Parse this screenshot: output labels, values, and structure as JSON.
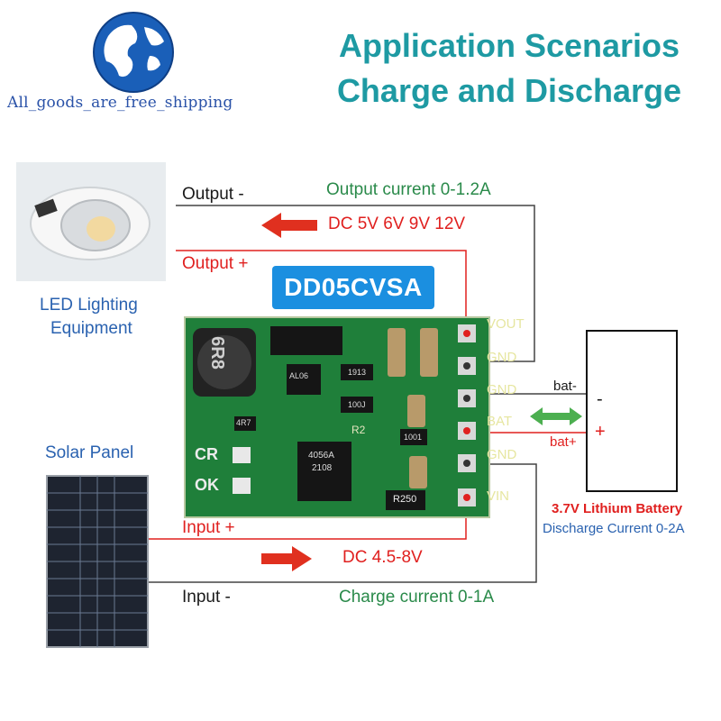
{
  "header": {
    "title_line1": "Application Scenarios",
    "title_line2": "Charge and Discharge"
  },
  "brand": {
    "text": "All_goods_are_free_shipping",
    "icon": "globe-icon"
  },
  "led": {
    "label_line1": "LED Lighting",
    "label_line2": "Equipment"
  },
  "solar": {
    "label": "Solar Panel"
  },
  "board": {
    "model": "DD05CVSA",
    "pins": [
      "VOUT",
      "GND",
      "GND",
      "BAT",
      "GND",
      "VIN"
    ],
    "side_marks": [
      "CR",
      "OK"
    ],
    "component_marks": [
      "6R8",
      "AL06",
      "1913",
      "100J",
      "R2",
      "4056A",
      "2108",
      "1001",
      "R250",
      "4R7"
    ]
  },
  "output": {
    "minus_label": "Output -",
    "plus_label": "Output +",
    "current": "Output current 0-1.2A",
    "voltage": "DC 5V 6V 9V 12V"
  },
  "input": {
    "plus_label": "Input +",
    "minus_label": "Input -",
    "current": "Charge current 0-1A",
    "voltage": "DC 4.5-8V"
  },
  "battery": {
    "minus_wire_label": "bat-",
    "plus_wire_label": "bat+",
    "minus_sign": "-",
    "plus_sign": "+",
    "name": "3.7V Lithium Battery",
    "discharge": "Discharge Current 0-2A"
  },
  "colors": {
    "title": "#1e9aa3",
    "accent_red": "#e0201f",
    "accent_green": "#2a8a4a",
    "pcb_green": "#1f7f3a",
    "model_badge": "#1b8fe0"
  }
}
